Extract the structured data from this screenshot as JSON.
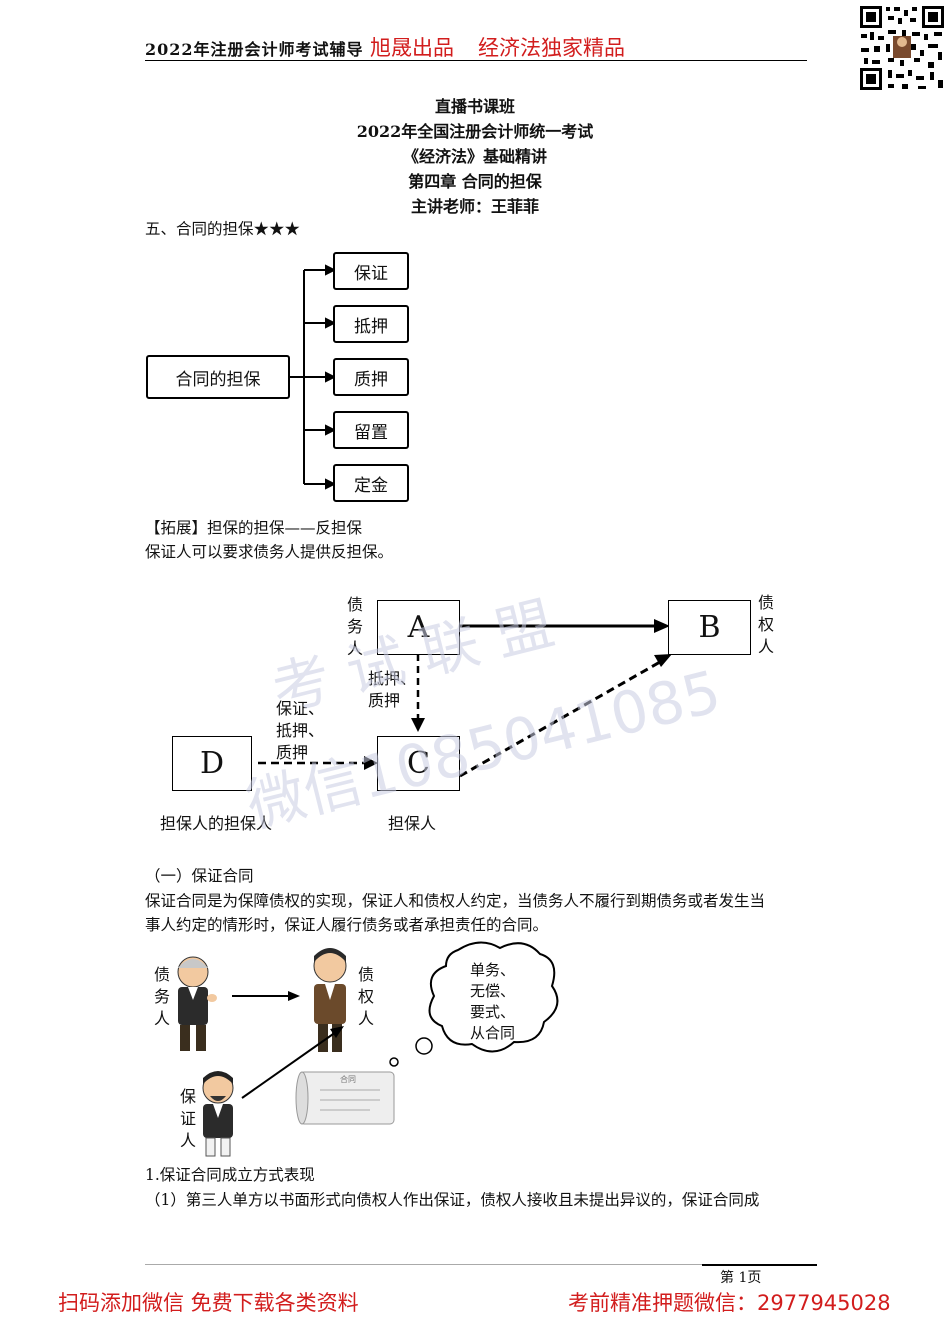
{
  "header": {
    "left_text": "2022年注册会计师考试辅导",
    "red_brand": "旭晟出品",
    "red_brand2": "经济法独家精品"
  },
  "titles": [
    "直播书课班",
    "2022年全国注册会计师统一考试",
    "《经济法》基础精讲",
    "第四章  合同的担保",
    "主讲老师：王菲菲"
  ],
  "section_heading": "五、合同的担保★★★",
  "tree": {
    "root": "合同的担保",
    "children": [
      "保证",
      "抵押",
      "质押",
      "留置",
      "定金"
    ]
  },
  "extension": {
    "heading": "【拓展】担保的担保——反担保",
    "text": "保证人可以要求债务人提供反担保。"
  },
  "counter_guarantee_diagram": {
    "box_a": "A",
    "box_b": "B",
    "box_c": "C",
    "box_d": "D",
    "label_a": "债务人",
    "label_b": "债权人",
    "label_ac": [
      "抵押、",
      "质押"
    ],
    "label_dc": [
      "保证、",
      "抵押、",
      "质押"
    ],
    "caption_d": "担保人的担保人",
    "caption_c": "担保人"
  },
  "watermark": [
    "考 试 联 盟",
    "微信1085041085"
  ],
  "section_one": {
    "heading": "（一）保证合同",
    "text_line1": "保证合同是为保障债权的实现，保证人和债权人约定，当债务人不履行到期债务或者发生当",
    "text_line2": "事人约定的情形时，保证人履行债务或者承担责任的合同。"
  },
  "people_diagram": {
    "debtor": "债务人",
    "creditor": "债权人",
    "guarantor": "保证人",
    "cloud_lines": [
      "单务、",
      "无偿、",
      "要式、",
      "从合同"
    ],
    "scroll_label": "合同"
  },
  "list": {
    "item1": "1.保证合同成立方式表现",
    "item1_1": "（1）第三人单方以书面形式向债权人作出保证，债权人接收且未提出异议的，保证合同成"
  },
  "footer": {
    "page": "第 1页",
    "left": "扫码添加微信   免费下载各类资料",
    "right": "考前精准押题微信：2977945028"
  },
  "colors": {
    "accent_red": "#d21d1d"
  }
}
